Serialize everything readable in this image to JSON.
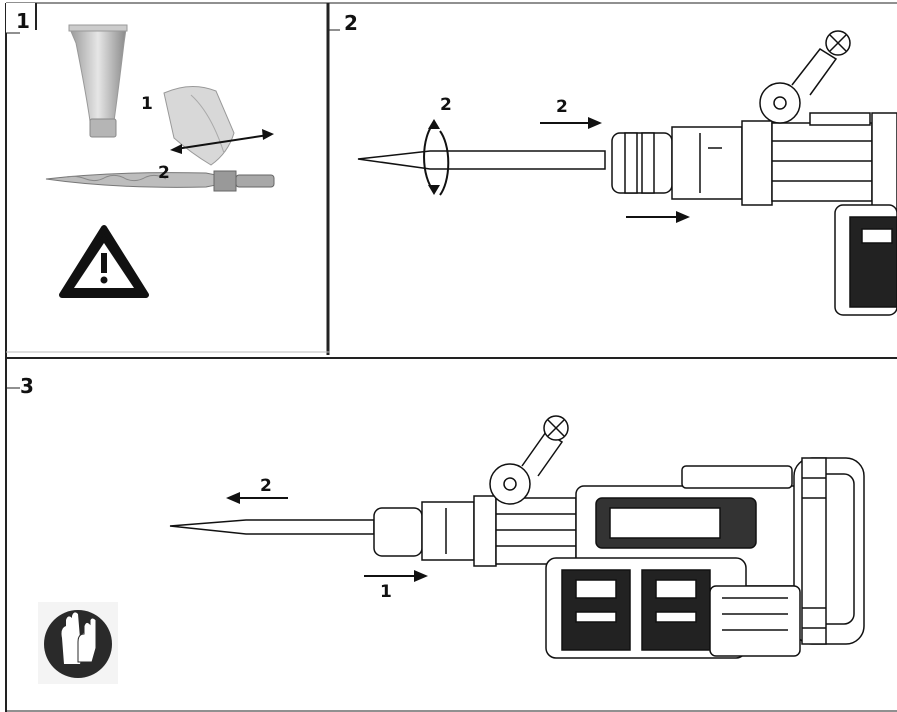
{
  "panels": [
    {
      "number": "1",
      "labels": {
        "tube_part": "1",
        "chisel": "2"
      }
    },
    {
      "number": "2",
      "labels": {
        "rotate": "2",
        "insert": "2"
      }
    },
    {
      "number": "3",
      "labels": {
        "pull": "2",
        "push": "1"
      }
    }
  ],
  "icons": {
    "warning": "warning-triangle-icon",
    "gloves": "wear-gloves-icon"
  },
  "colors": {
    "line": "#1a1a1a",
    "gloves_bg": "#2a2a2a",
    "metal_light": "#d9d9d9",
    "metal_dark": "#8a8a8a"
  }
}
